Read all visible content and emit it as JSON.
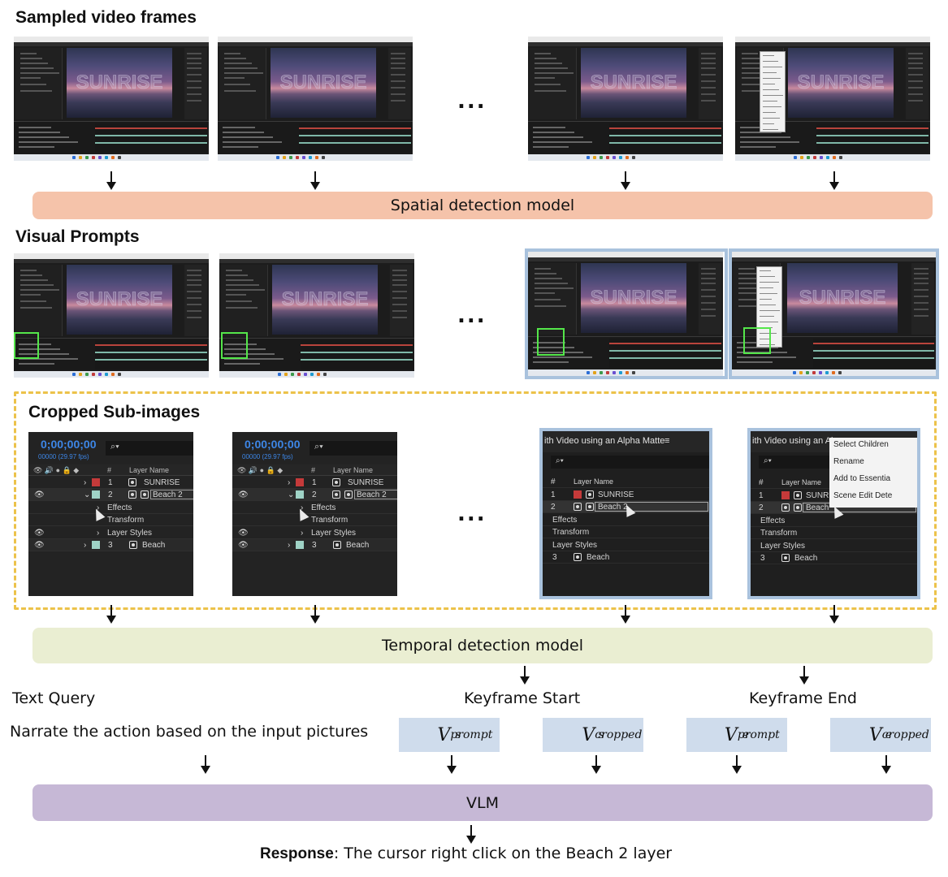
{
  "sections": {
    "sampled": "Sampled video frames",
    "visual_prompts": "Visual Prompts",
    "cropped": "Cropped Sub-images"
  },
  "models": {
    "spatial": "Spatial detection model",
    "temporal": "Temporal detection model",
    "vlm": "VLM"
  },
  "colors": {
    "spatial_bar": "#f5c3aa",
    "temporal_bar": "#eaeed2",
    "vlm_bar": "#c6b8d6",
    "dashed_border": "#ecc24a",
    "highlight_box": "#54e64a",
    "selected_frame_border": "#a9c2dd",
    "v_box": "#cfdcec"
  },
  "ellipsis": "...",
  "frame_word": "SUNRISE",
  "crop_panel": {
    "timecode": "0;00;00;00",
    "fps": "00000 (29.97 fps)",
    "search_icon": "⌕▾",
    "hash": "#",
    "layer_name_header": "Layer Name",
    "layers": [
      {
        "num": "1",
        "name": "SUNRISE"
      },
      {
        "num": "2",
        "name": "Beach 2"
      },
      {
        "num": "3",
        "name": "Beach"
      }
    ],
    "effects": "Effects",
    "transform": "Transform",
    "layer_styles": "Layer Styles"
  },
  "crop_panel_alt": {
    "title_a": "ith Video using an Alpha Matte",
    "menu_glyph": "≡",
    "title_b": "ith Video using an Alp",
    "context_menu": [
      "Select Children",
      "Rename",
      "Add to Essentia",
      "Scene Edit Dete"
    ],
    "beach_label": "Beach",
    "beach2_label": "Beach 2"
  },
  "labels": {
    "text_query": "Text Query",
    "keyframe_start": "Keyframe Start",
    "keyframe_end": "Keyframe End",
    "narrate": "Narrate the action based on the input pictures"
  },
  "v_boxes": [
    {
      "base": "V",
      "sup": "prompt",
      "sub": "s"
    },
    {
      "base": "V",
      "sup": "cropped",
      "sub": "s"
    },
    {
      "base": "V",
      "sup": "prompt",
      "sub": "e"
    },
    {
      "base": "V",
      "sup": "cropped",
      "sub": "e"
    }
  ],
  "response": {
    "label": "Response",
    "colon": ":",
    "text": " The cursor right click on the Beach 2 layer"
  }
}
